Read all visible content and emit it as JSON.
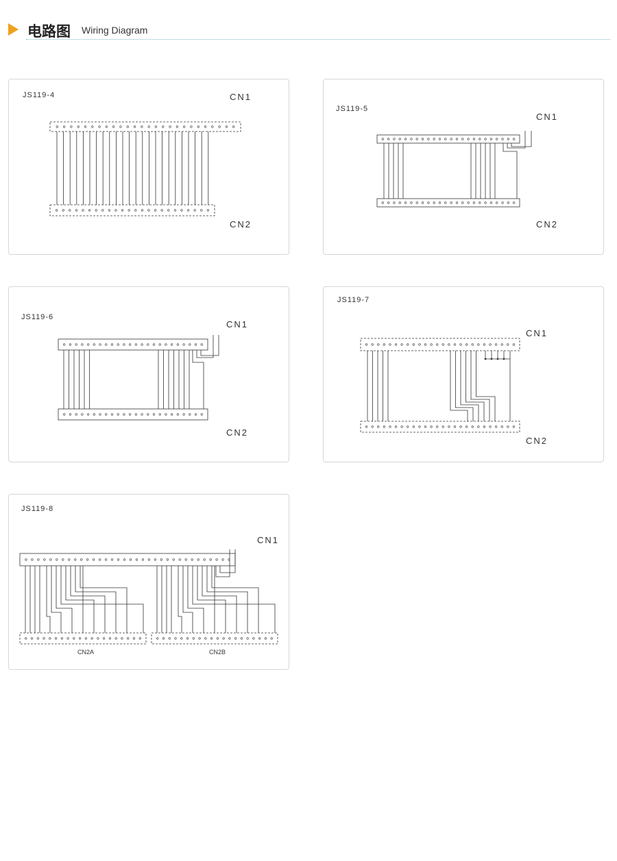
{
  "header": {
    "title_cn": "电路图",
    "title_en": "Wiring Diagram"
  },
  "panels": [
    {
      "model": "JS119-4",
      "cn1": "CN1",
      "cn2": "CN2"
    },
    {
      "model": "JS119-5",
      "cn1": "CN1",
      "cn2": "CN2"
    },
    {
      "model": "JS119-6",
      "cn1": "CN1",
      "cn2": "CN2"
    },
    {
      "model": "JS119-7",
      "cn1": "CN1",
      "cn2": "CN2"
    },
    {
      "model": "JS119-8",
      "cn1": "CN1",
      "cn2a": "CN2A",
      "cn2b": "CN2B"
    }
  ],
  "colors": {
    "accent": "#f0a11c",
    "line": "#333333",
    "border": "#d6d6d6"
  }
}
